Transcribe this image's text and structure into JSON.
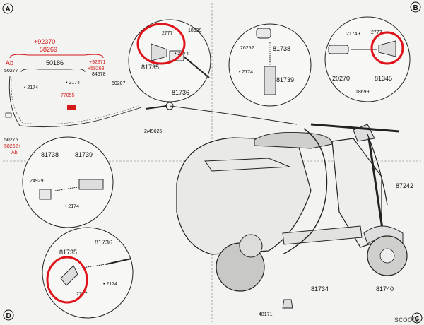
{
  "corners": {
    "a": "A",
    "b": "B",
    "c": "C",
    "d": "D"
  },
  "kit": {
    "plus_a": "+92370",
    "plus_b": "58269",
    "part_50186": "50186",
    "ab_top": "Ab",
    "part_50277": "50277",
    "star_1": "• 2174",
    "star_2": "• 2174",
    "part_77055": "77055",
    "plus_c": "+92371",
    "plus_d": "+58268",
    "part_84678": "84678",
    "part_50207": "50207",
    "part_50276": "50276",
    "part_58262": "58262+",
    "ab_bottom": "Ab",
    "part_2_49625": "2/49625"
  },
  "detail_top_center": {
    "part_2777": "2777",
    "part_18699": "18699",
    "part_81735": "81735",
    "star": "• 2174",
    "part_81736": "81736"
  },
  "detail_top_mid": {
    "part_81738": "81738",
    "part_26252": "26252",
    "star": "• 2174",
    "part_81739": "81739"
  },
  "detail_top_right": {
    "star": "2174 •",
    "part_2777": "2777",
    "part_20270": "20270",
    "part_81345": "81345",
    "part_18699": "18699"
  },
  "detail_left": {
    "part_81738": "81738",
    "part_81739": "81739",
    "part_24929": "24929",
    "star": "• 2174"
  },
  "detail_bottom": {
    "part_81735": "81735",
    "part_81736": "81736",
    "star": "• 2174",
    "part_2777": "2777"
  },
  "scooter": {
    "part_87242": "87242",
    "part_81734": "81734",
    "part_81740": "81740",
    "part_48171": "48171"
  },
  "watermark": "scoote",
  "colors": {
    "highlight": "#e0131b",
    "red_text": "#d11b1b",
    "ink": "#1a1a1a"
  }
}
